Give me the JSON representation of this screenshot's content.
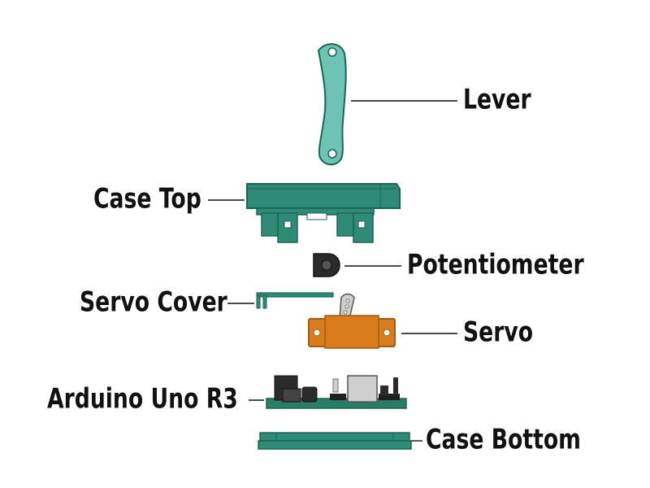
{
  "labels": {
    "lever": "Lever",
    "case_top": "Case Top",
    "potentiometer": "Potentiometer",
    "servo_cover": "Servo Cover",
    "servo": "Servo",
    "arduino": "Arduino Uno R3",
    "case_bottom": "Case Bottom"
  },
  "colors": {
    "teal_light": "#6ec4b4",
    "teal": "#2e8b76",
    "teal_dark": "#1d6353",
    "orange": "#d97c1e",
    "orange_dark": "#a35a12",
    "pcb": "#2a7e66",
    "chip_grey": "#cfcfcf",
    "dark": "#2b2b2b"
  }
}
